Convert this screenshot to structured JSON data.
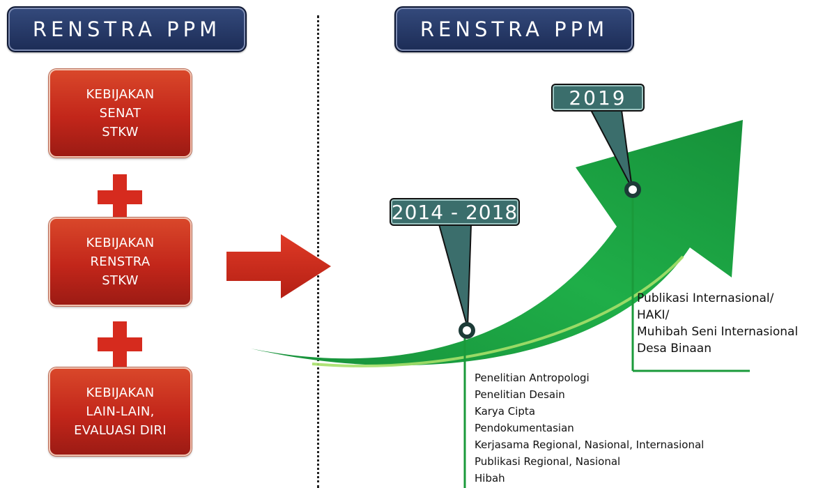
{
  "headers": {
    "left": "RENSTRA PPM",
    "right": "RENSTRA PPM"
  },
  "policy_boxes": [
    "KEBIJAKAN\nSENAT\nSTKW",
    "KEBIJAKAN\nRENSTRA\nSTKW",
    "KEBIJAKAN\nLAIN-LAIN,\nEVALUASI DIRI"
  ],
  "milestones": [
    {
      "label": "2014 - 2018",
      "items": [
        "Penelitian Antropologi",
        "Penelitian Desain",
        "Karya Cipta",
        "Pendokumentasian",
        "Kerjasama Regional, Nasional, Internasional",
        "Publikasi Regional, Nasional",
        "Hibah"
      ]
    },
    {
      "label": "2019",
      "items": [
        "Publikasi Internasional/",
        "HAKI/",
        "Muhibah Seni Internasional",
        "Desa Binaan"
      ]
    }
  ],
  "colors": {
    "header": "#23325e",
    "policy_box": "#c62a1c",
    "plus": "#d62b1e",
    "growth_arrow": "#1a9a3a",
    "callout": "#3b6e6c"
  },
  "icons": {
    "plus": "plus-icon",
    "arrow": "right-arrow-icon"
  }
}
